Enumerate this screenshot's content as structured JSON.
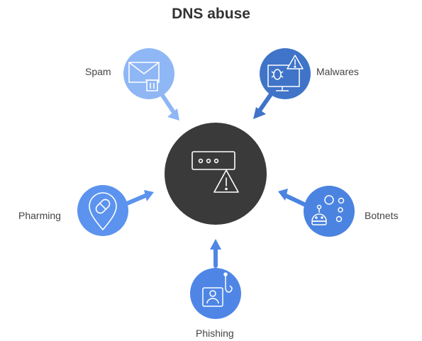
{
  "title": "DNS abuse",
  "center": {
    "icon": "dns-warning-icon",
    "color": "#3a3a3a"
  },
  "nodes": [
    {
      "label": "Spam",
      "icon": "mail-trash-icon",
      "color": "#8fb7f5"
    },
    {
      "label": "Malwares",
      "icon": "bug-monitor-warning-icon",
      "color": "#3f74c8"
    },
    {
      "label": "Pharming",
      "icon": "pill-location-icon",
      "color": "#5c93ee"
    },
    {
      "label": "Botnets",
      "icon": "robot-network-icon",
      "color": "#4b83e0"
    },
    {
      "label": "Phishing",
      "icon": "hook-user-icon",
      "color": "#4f86e6"
    }
  ]
}
